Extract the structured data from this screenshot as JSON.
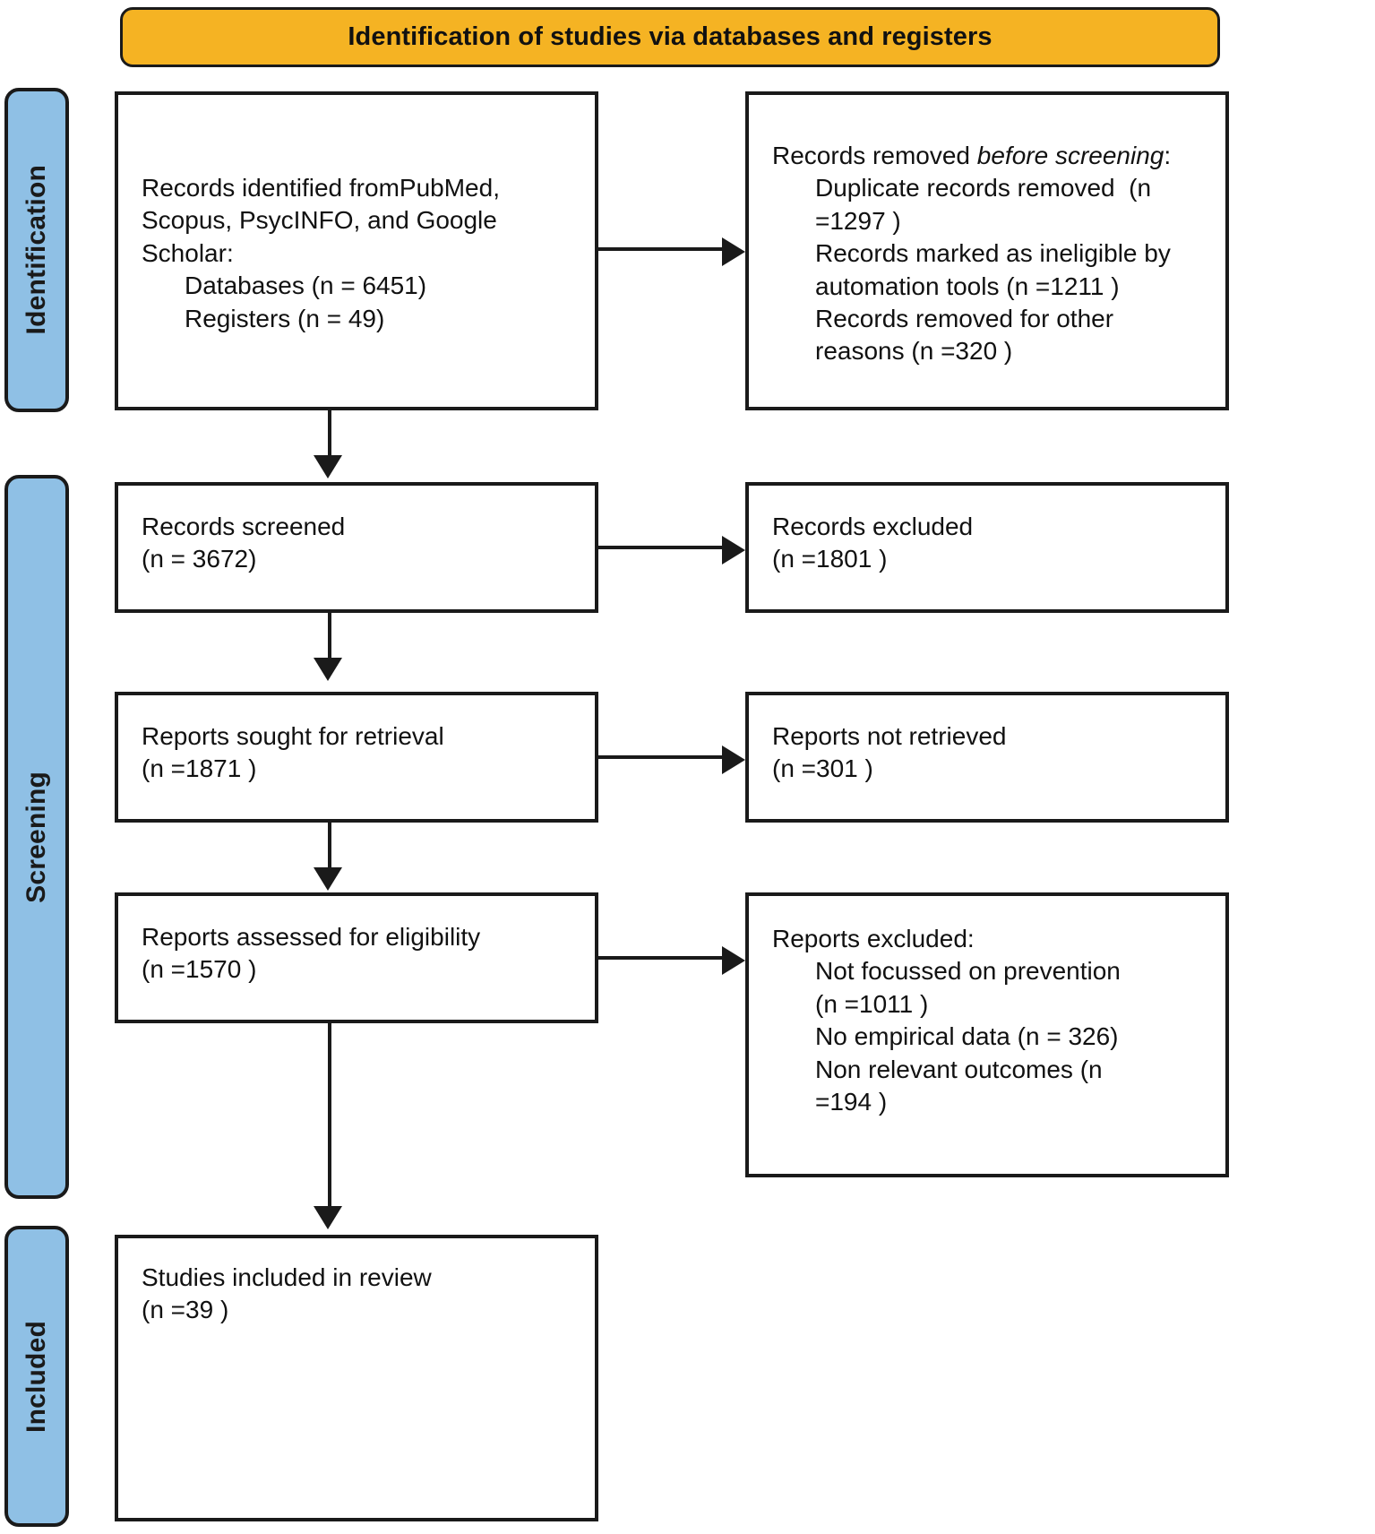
{
  "title": {
    "text": "Identification of studies via databases and registers",
    "bg_color": "#F5B323"
  },
  "phases": {
    "identification": "Identification",
    "screening": "Screening",
    "included": "Included",
    "bg_color": "#8FC0E5"
  },
  "boxes": {
    "identified": {
      "line1": "Records identified fromPubMed,",
      "line2": "Scopus, PsycINFO, and Google",
      "line3": "Scholar:",
      "line4": "Databases (n = 6451)",
      "line5": "Registers (n = 49)"
    },
    "removed": {
      "line1_a": "Records removed ",
      "line1_b": "before screening",
      "line1_c": ":",
      "line2": "Duplicate records removed  (n",
      "line3": "=1297 )",
      "line4": "Records marked as ineligible by",
      "line5": "automation tools (n =1211 )",
      "line6": "Records removed for other",
      "line7": "reasons (n =320 )"
    },
    "screened": {
      "line1": "Records screened",
      "line2": "(n = 3672)"
    },
    "excluded_records": {
      "line1": "Records excluded",
      "line2": "(n =1801 )"
    },
    "sought": {
      "line1": "Reports sought for retrieval",
      "line2": "(n =1871 )"
    },
    "not_retrieved": {
      "line1": "Reports not retrieved",
      "line2": "(n =301 )"
    },
    "assessed": {
      "line1": "Reports assessed for eligibility",
      "line2": "(n =1570 )"
    },
    "reports_excluded": {
      "line1": "Reports excluded:",
      "line2": "Not focussed on prevention",
      "line3": "(n =1011 )",
      "line4": "No empirical data (n = 326)",
      "line5": "Non relevant outcomes (n",
      "line6": "=194 )"
    },
    "included": {
      "line1": "Studies included in review",
      "line2": "(n =39 )"
    }
  }
}
